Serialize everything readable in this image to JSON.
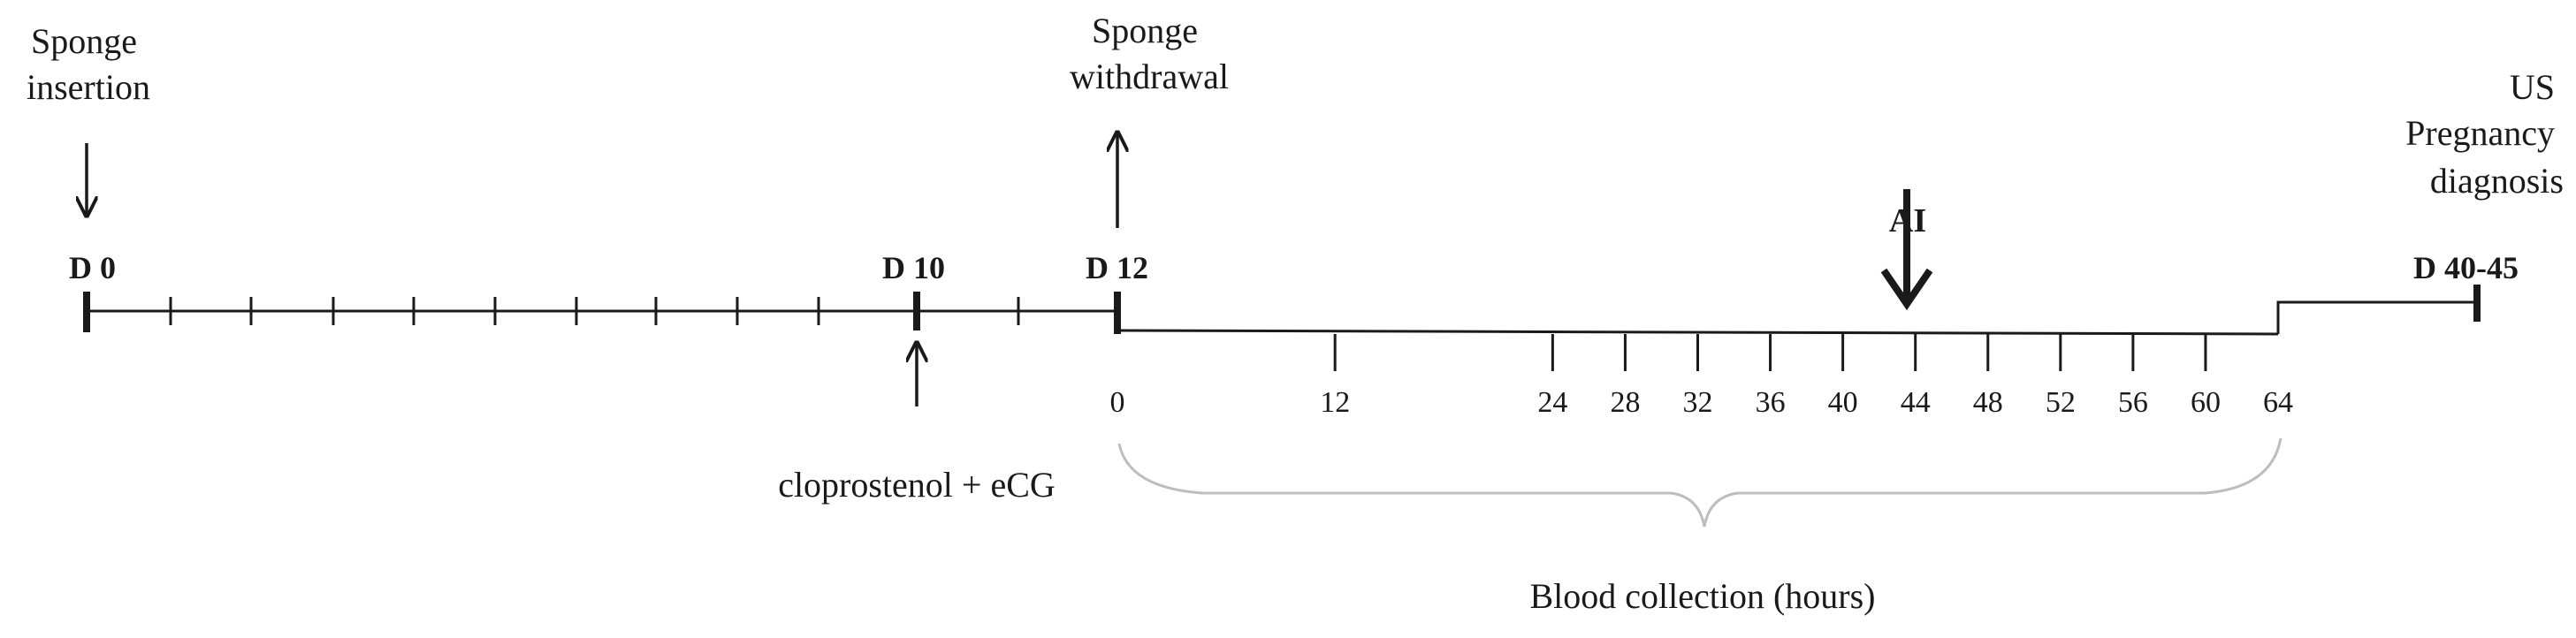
{
  "events": {
    "sponge_insertion": [
      "Sponge",
      "insertion"
    ],
    "sponge_withdrawal": [
      "Sponge",
      "withdrawal"
    ],
    "us_diagnosis": [
      "US",
      "Pregnancy",
      "diagnosis"
    ],
    "ai": "AI",
    "treatment": "cloprostenol + eCG"
  },
  "day_labels": {
    "d0": "D 0",
    "d10": "D 10",
    "d12": "D 12",
    "d40": "D 40-45"
  },
  "hour_labels": [
    "0",
    "12",
    "24",
    "28",
    "32",
    "36",
    "40",
    "44",
    "48",
    "52",
    "56",
    "60",
    "64"
  ],
  "brace_label": "Blood collection (hours)",
  "colors": {
    "line": "#1a1a1a",
    "brace": "#bdbdbd"
  }
}
